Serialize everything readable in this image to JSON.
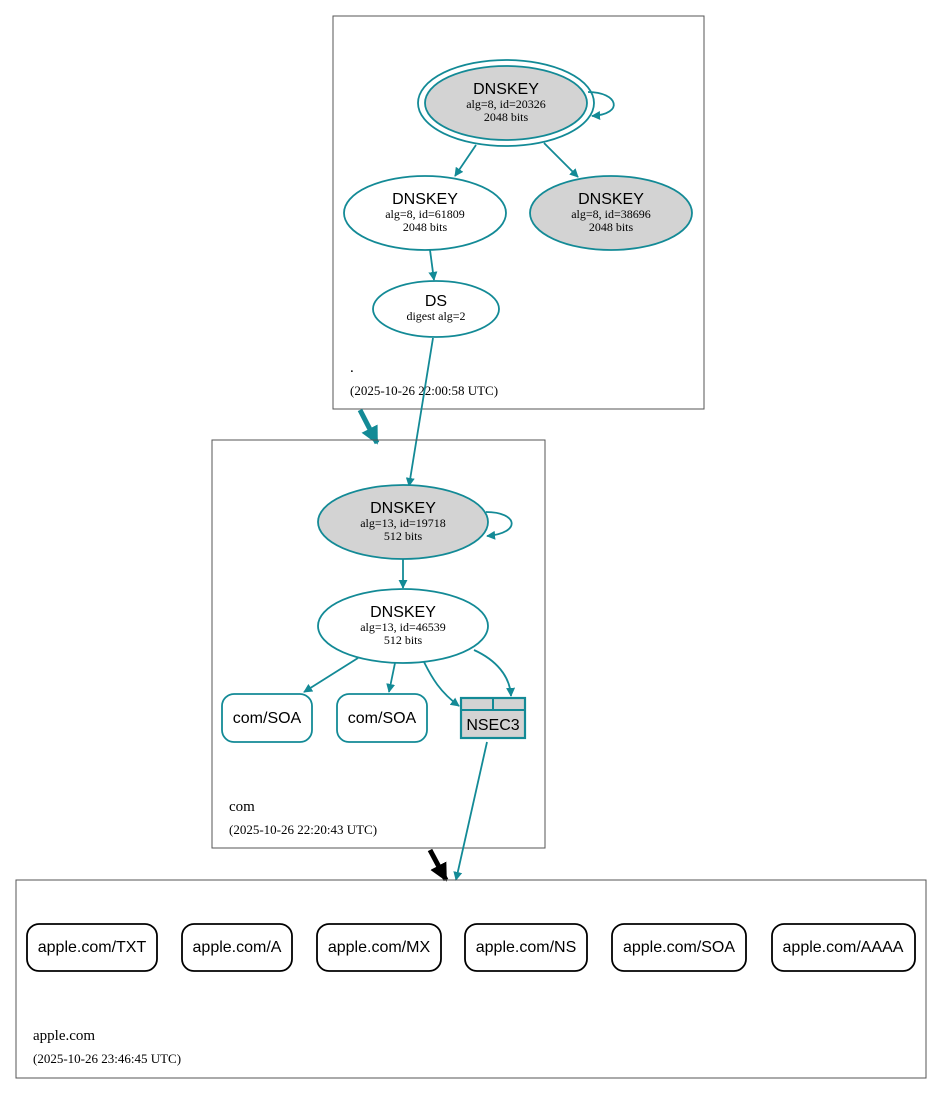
{
  "zones": {
    "root": {
      "name": ".",
      "timestamp": "(2025-10-26 22:00:58 UTC)",
      "ksk": {
        "title": "DNSKEY",
        "detail": "alg=8, id=20326",
        "size": "2048 bits"
      },
      "zsk": {
        "title": "DNSKEY",
        "detail": "alg=8, id=61809",
        "size": "2048 bits"
      },
      "key3": {
        "title": "DNSKEY",
        "detail": "alg=8, id=38696",
        "size": "2048 bits"
      },
      "ds": {
        "title": "DS",
        "detail": "digest alg=2"
      }
    },
    "com": {
      "name": "com",
      "timestamp": "(2025-10-26 22:20:43 UTC)",
      "ksk": {
        "title": "DNSKEY",
        "detail": "alg=13, id=19718",
        "size": "512 bits"
      },
      "zsk": {
        "title": "DNSKEY",
        "detail": "alg=13, id=46539",
        "size": "512 bits"
      },
      "soa1": "com/SOA",
      "soa2": "com/SOA",
      "nsec3": "NSEC3"
    },
    "apple": {
      "name": "apple.com",
      "timestamp": "(2025-10-26 23:46:45 UTC)",
      "records": [
        "apple.com/TXT",
        "apple.com/A",
        "apple.com/MX",
        "apple.com/NS",
        "apple.com/SOA",
        "apple.com/AAAA"
      ]
    }
  },
  "colors": {
    "edge": "#138a96",
    "node_fill_grey": "#d3d3d3",
    "insecure_delegation": "#000000"
  }
}
